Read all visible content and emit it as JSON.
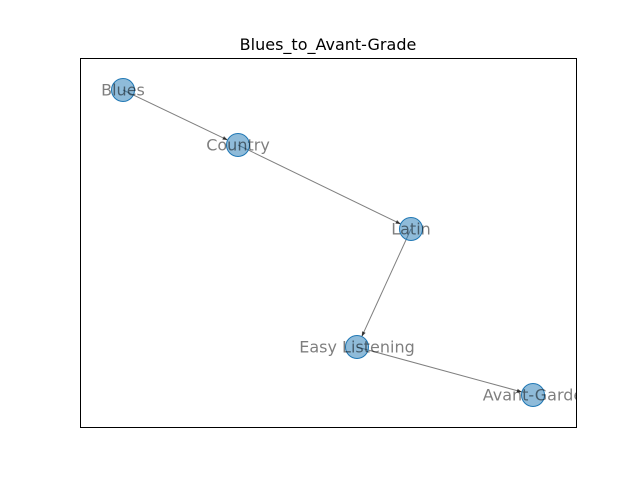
{
  "title": "Blues_to_Avant-Grade",
  "nodes": [
    {
      "id": "blues",
      "label": "Blues"
    },
    {
      "id": "country",
      "label": "Country"
    },
    {
      "id": "latin",
      "label": "Latin"
    },
    {
      "id": "easy",
      "label": "Easy Listening"
    },
    {
      "id": "avant",
      "label": "Avant-Garde"
    }
  ],
  "edges": [
    {
      "from": "blues",
      "to": "country"
    },
    {
      "from": "country",
      "to": "latin"
    },
    {
      "from": "latin",
      "to": "easy"
    },
    {
      "from": "easy",
      "to": "avant"
    }
  ],
  "colors": {
    "node_fill": "#1f77b4",
    "edge": "#000000"
  }
}
